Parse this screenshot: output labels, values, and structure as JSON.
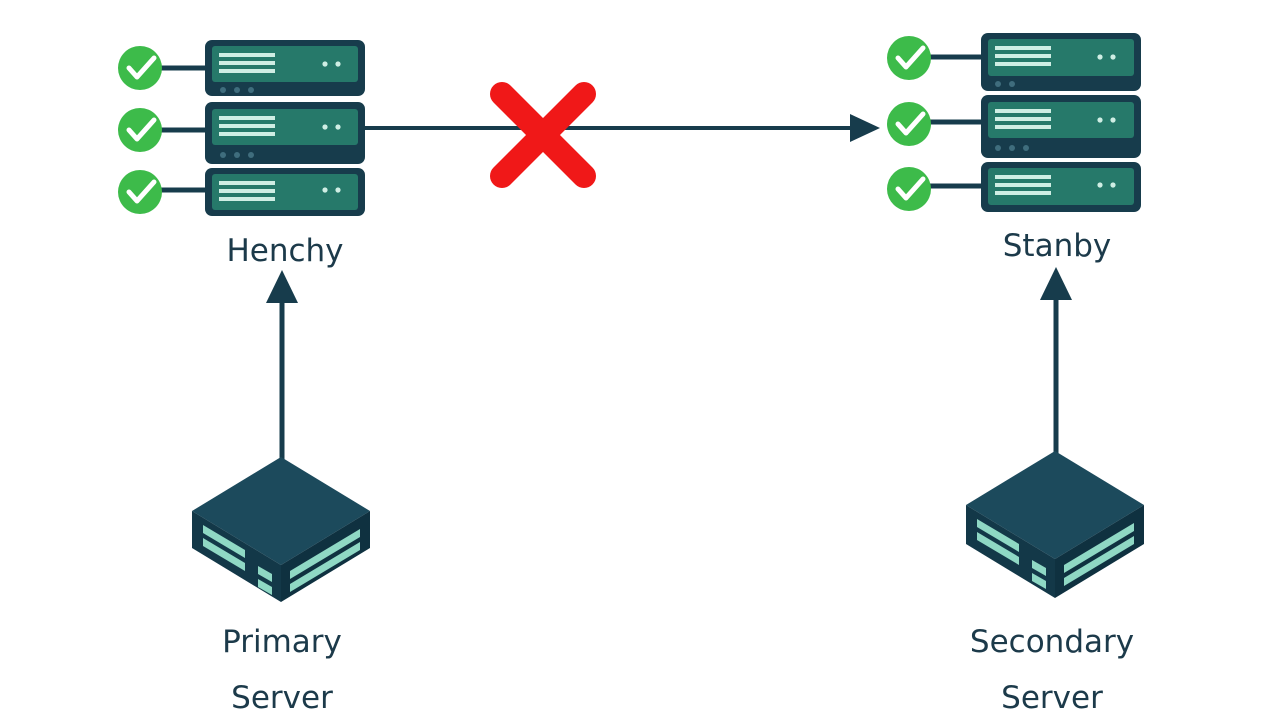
{
  "labels": {
    "henchy": "Henchy",
    "stanby": "Stanby",
    "primary_line1": "Primary",
    "primary_line2": "Server",
    "secondary_line1": "Secondary",
    "secondary_line2": "Server"
  },
  "icons": {
    "rack_units": "server-rack-icon",
    "status": "checkmark-icon",
    "failure": "red-x-icon",
    "server": "server-box-icon"
  },
  "colors": {
    "dark": "#173c4c",
    "teal": "#26796a",
    "stripe": "#cfeee4",
    "check_green": "#3dbb4a",
    "fail_red": "#f01818",
    "text": "#1c3a4a"
  }
}
